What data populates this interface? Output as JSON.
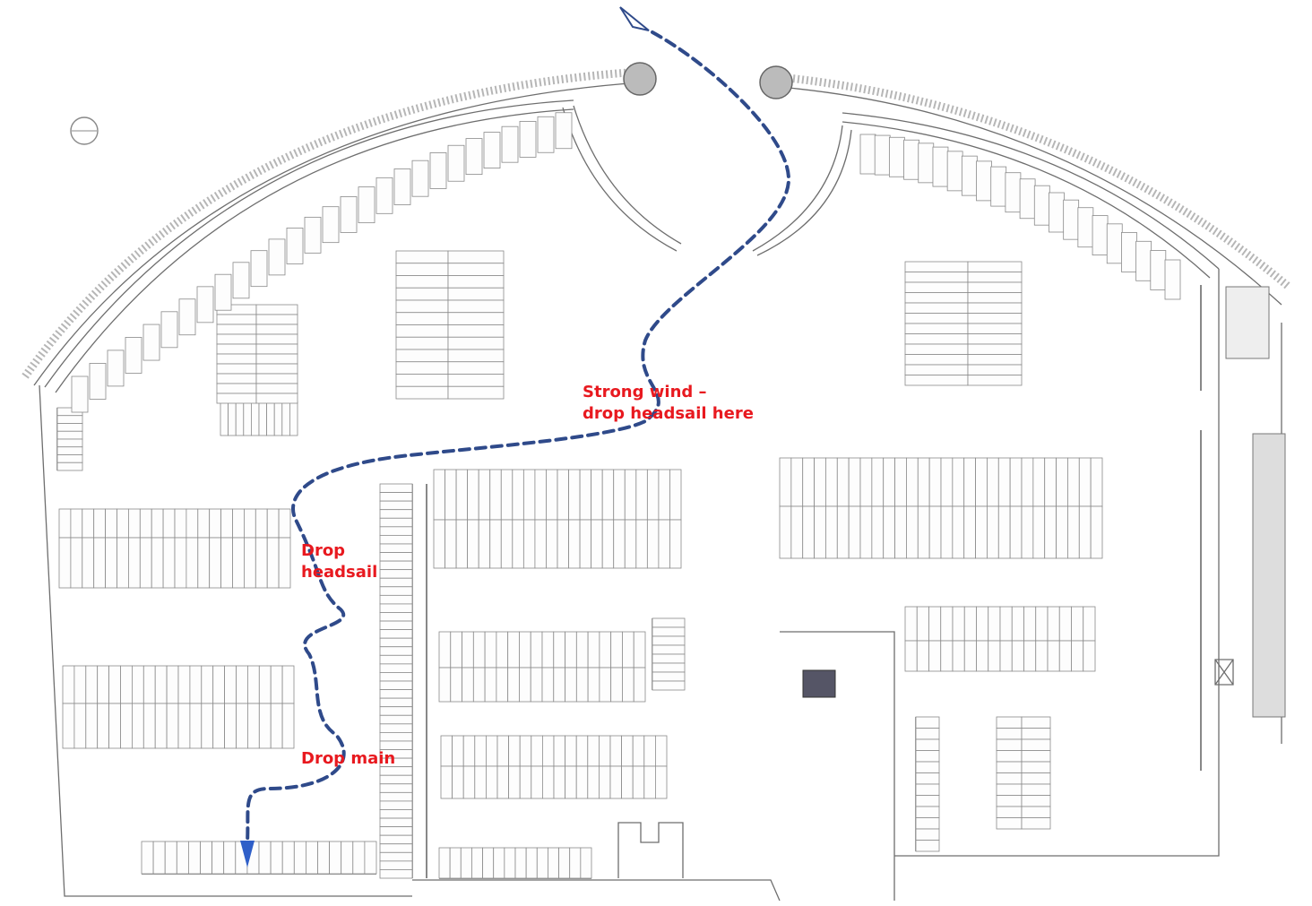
{
  "map": {
    "annotations": {
      "strong_wind_line1": "Strong wind –",
      "strong_wind_line2": "drop headsail here",
      "drop_headsail_line1": "Drop",
      "drop_headsail_line2": "headsail",
      "drop_main": "Drop main"
    },
    "colors": {
      "annotation": "#e8191f",
      "route": "#2f4a8a",
      "structure": "#6e6e6e"
    },
    "icons": {
      "north_marker": "compass-icon",
      "route_start": "triangle-start-icon",
      "route_end": "arrowhead-end-icon"
    }
  }
}
